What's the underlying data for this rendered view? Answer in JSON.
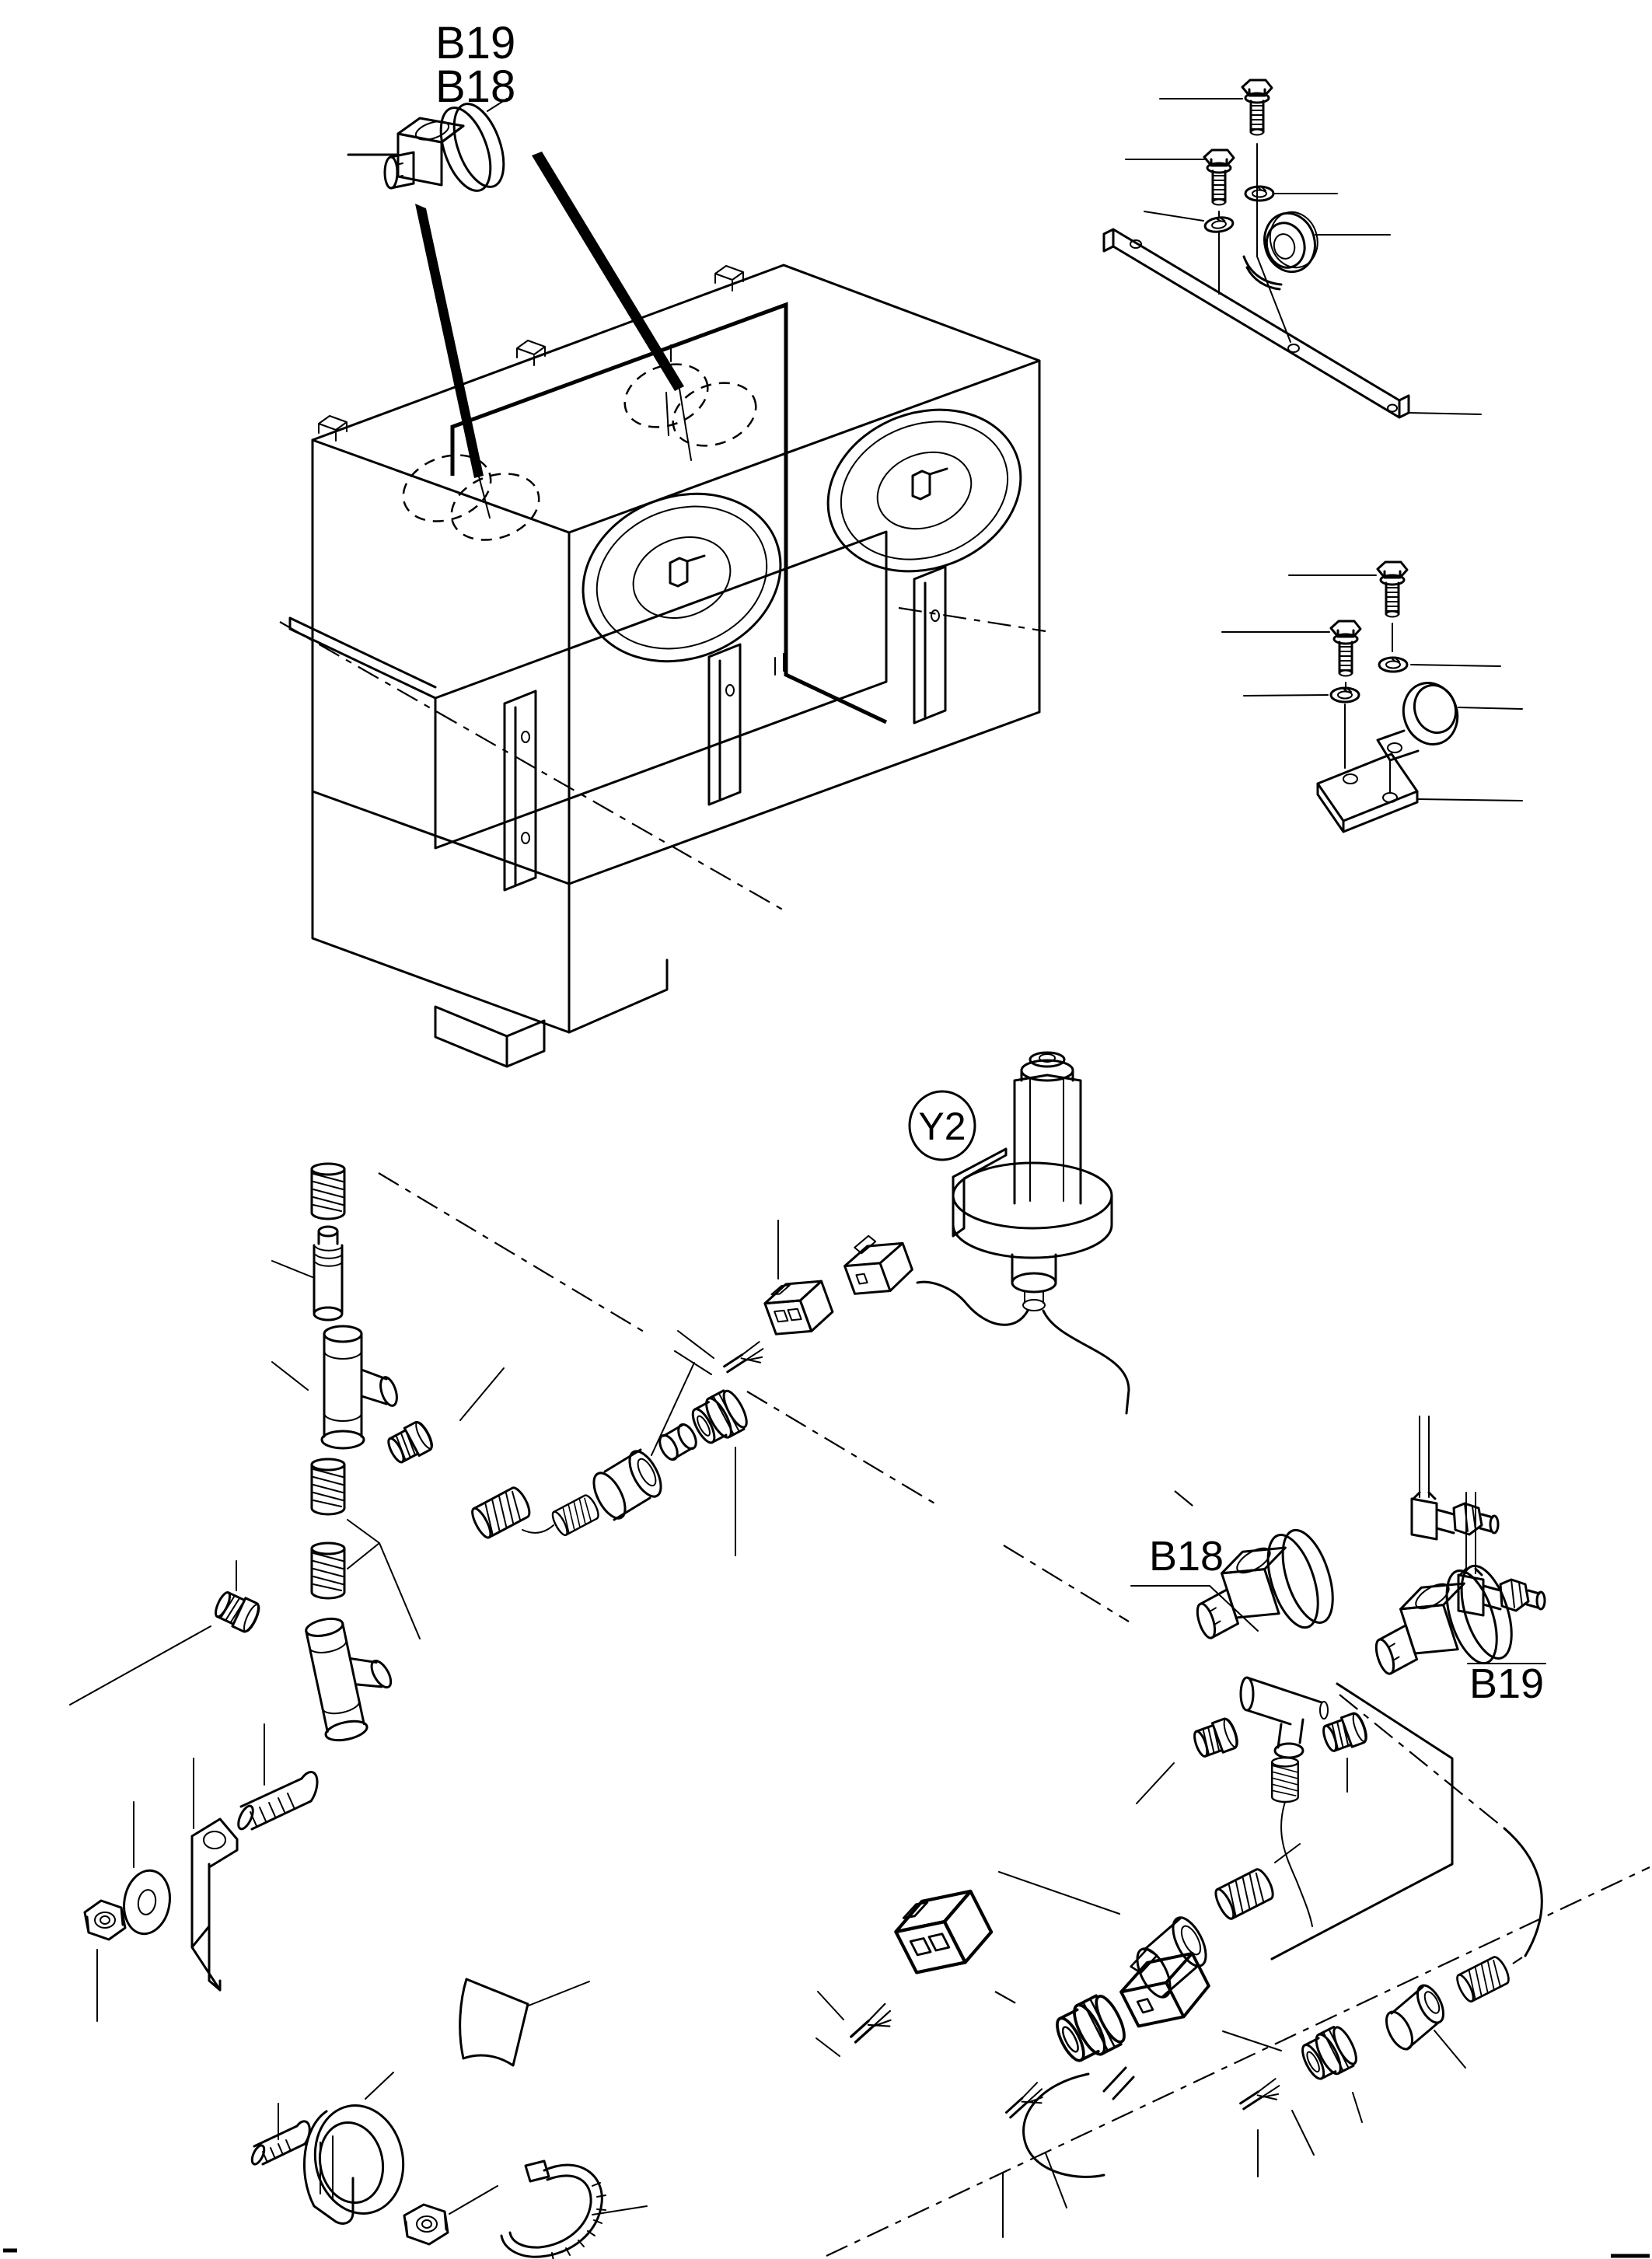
{
  "figure": {
    "background_color": "#ffffff",
    "line_color": "#000000"
  },
  "callouts": {
    "top_sensor_b19": "B19",
    "top_sensor_b18": "B18",
    "solenoid_valve": "Y2",
    "sensor_b18": "B18",
    "sensor_b19": "B19"
  }
}
